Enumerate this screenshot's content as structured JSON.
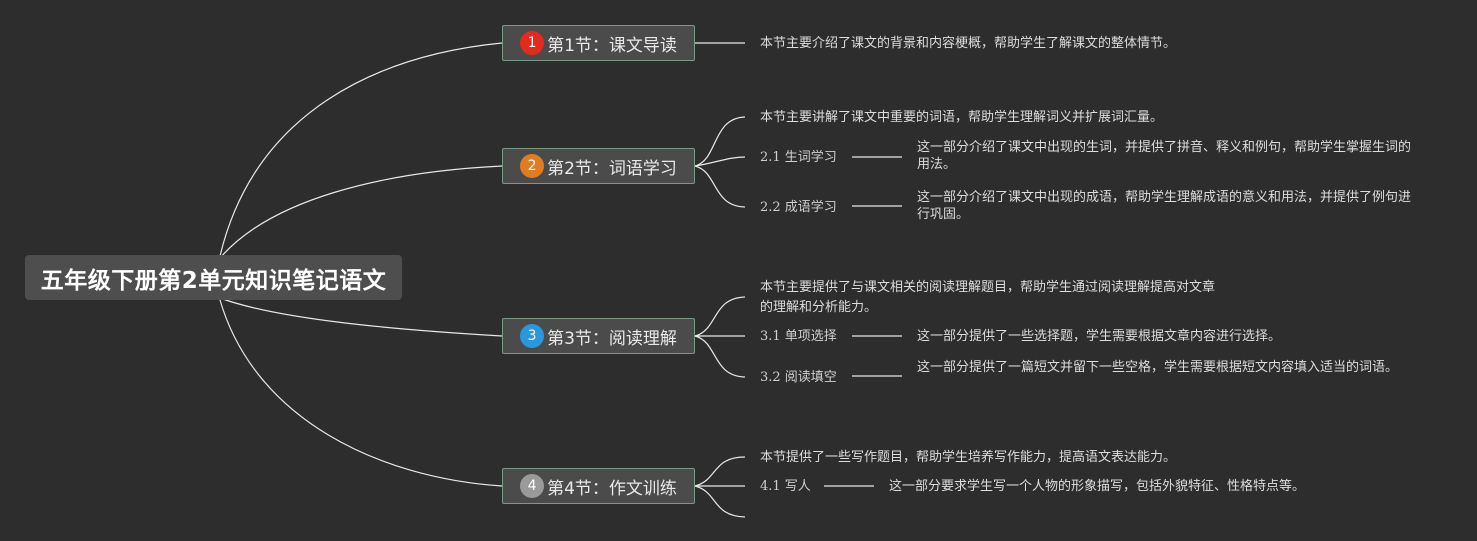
{
  "root": {
    "title": "五年级下册第2单元知识笔记语文"
  },
  "colors": {
    "badge1": "#e22a1e",
    "badge2": "#e07d22",
    "badge3": "#2b97dd",
    "badge4": "#9a9a9a",
    "line": "#ffffff"
  },
  "sections": [
    {
      "badge": "1",
      "label": "第1节：课文导读",
      "summary": "本节主要介绍了课文的背景和内容梗概，帮助学生了解课文的整体情节。",
      "subs": []
    },
    {
      "badge": "2",
      "label": "第2节：词语学习",
      "summary": "本节主要讲解了课文中重要的词语，帮助学生理解词义并扩展词汇量。",
      "subs": [
        {
          "label": "2.1 生词学习",
          "desc": "这一部分介绍了课文中出现的生词，并提供了拼音、释义和例句，帮助学生掌握生词的用法。"
        },
        {
          "label": "2.2 成语学习",
          "desc": "这一部分介绍了课文中出现的成语，帮助学生理解成语的意义和用法，并提供了例句进行巩固。"
        }
      ]
    },
    {
      "badge": "3",
      "label": "第3节：阅读理解",
      "summary_line1": "本节主要提供了与课文相关的阅读理解题目，帮助学生通过阅读理解提高对文章",
      "summary_line2": "的理解和分析能力。",
      "subs": [
        {
          "label": "3.1 单项选择",
          "desc": "这一部分提供了一些选择题，学生需要根据文章内容进行选择。"
        },
        {
          "label": "3.2 阅读填空",
          "desc": "这一部分提供了一篇短文并留下一些空格，学生需要根据短文内容填入适当的词语。"
        }
      ]
    },
    {
      "badge": "4",
      "label": "第4节：作文训练",
      "summary": "本节提供了一些写作题目，帮助学生培养写作能力，提高语文表达能力。",
      "subs": [
        {
          "label": "4.1 写人",
          "desc": "这一部分要求学生写一个人物的形象描写，包括外貌特征、性格特点等。"
        }
      ]
    }
  ]
}
